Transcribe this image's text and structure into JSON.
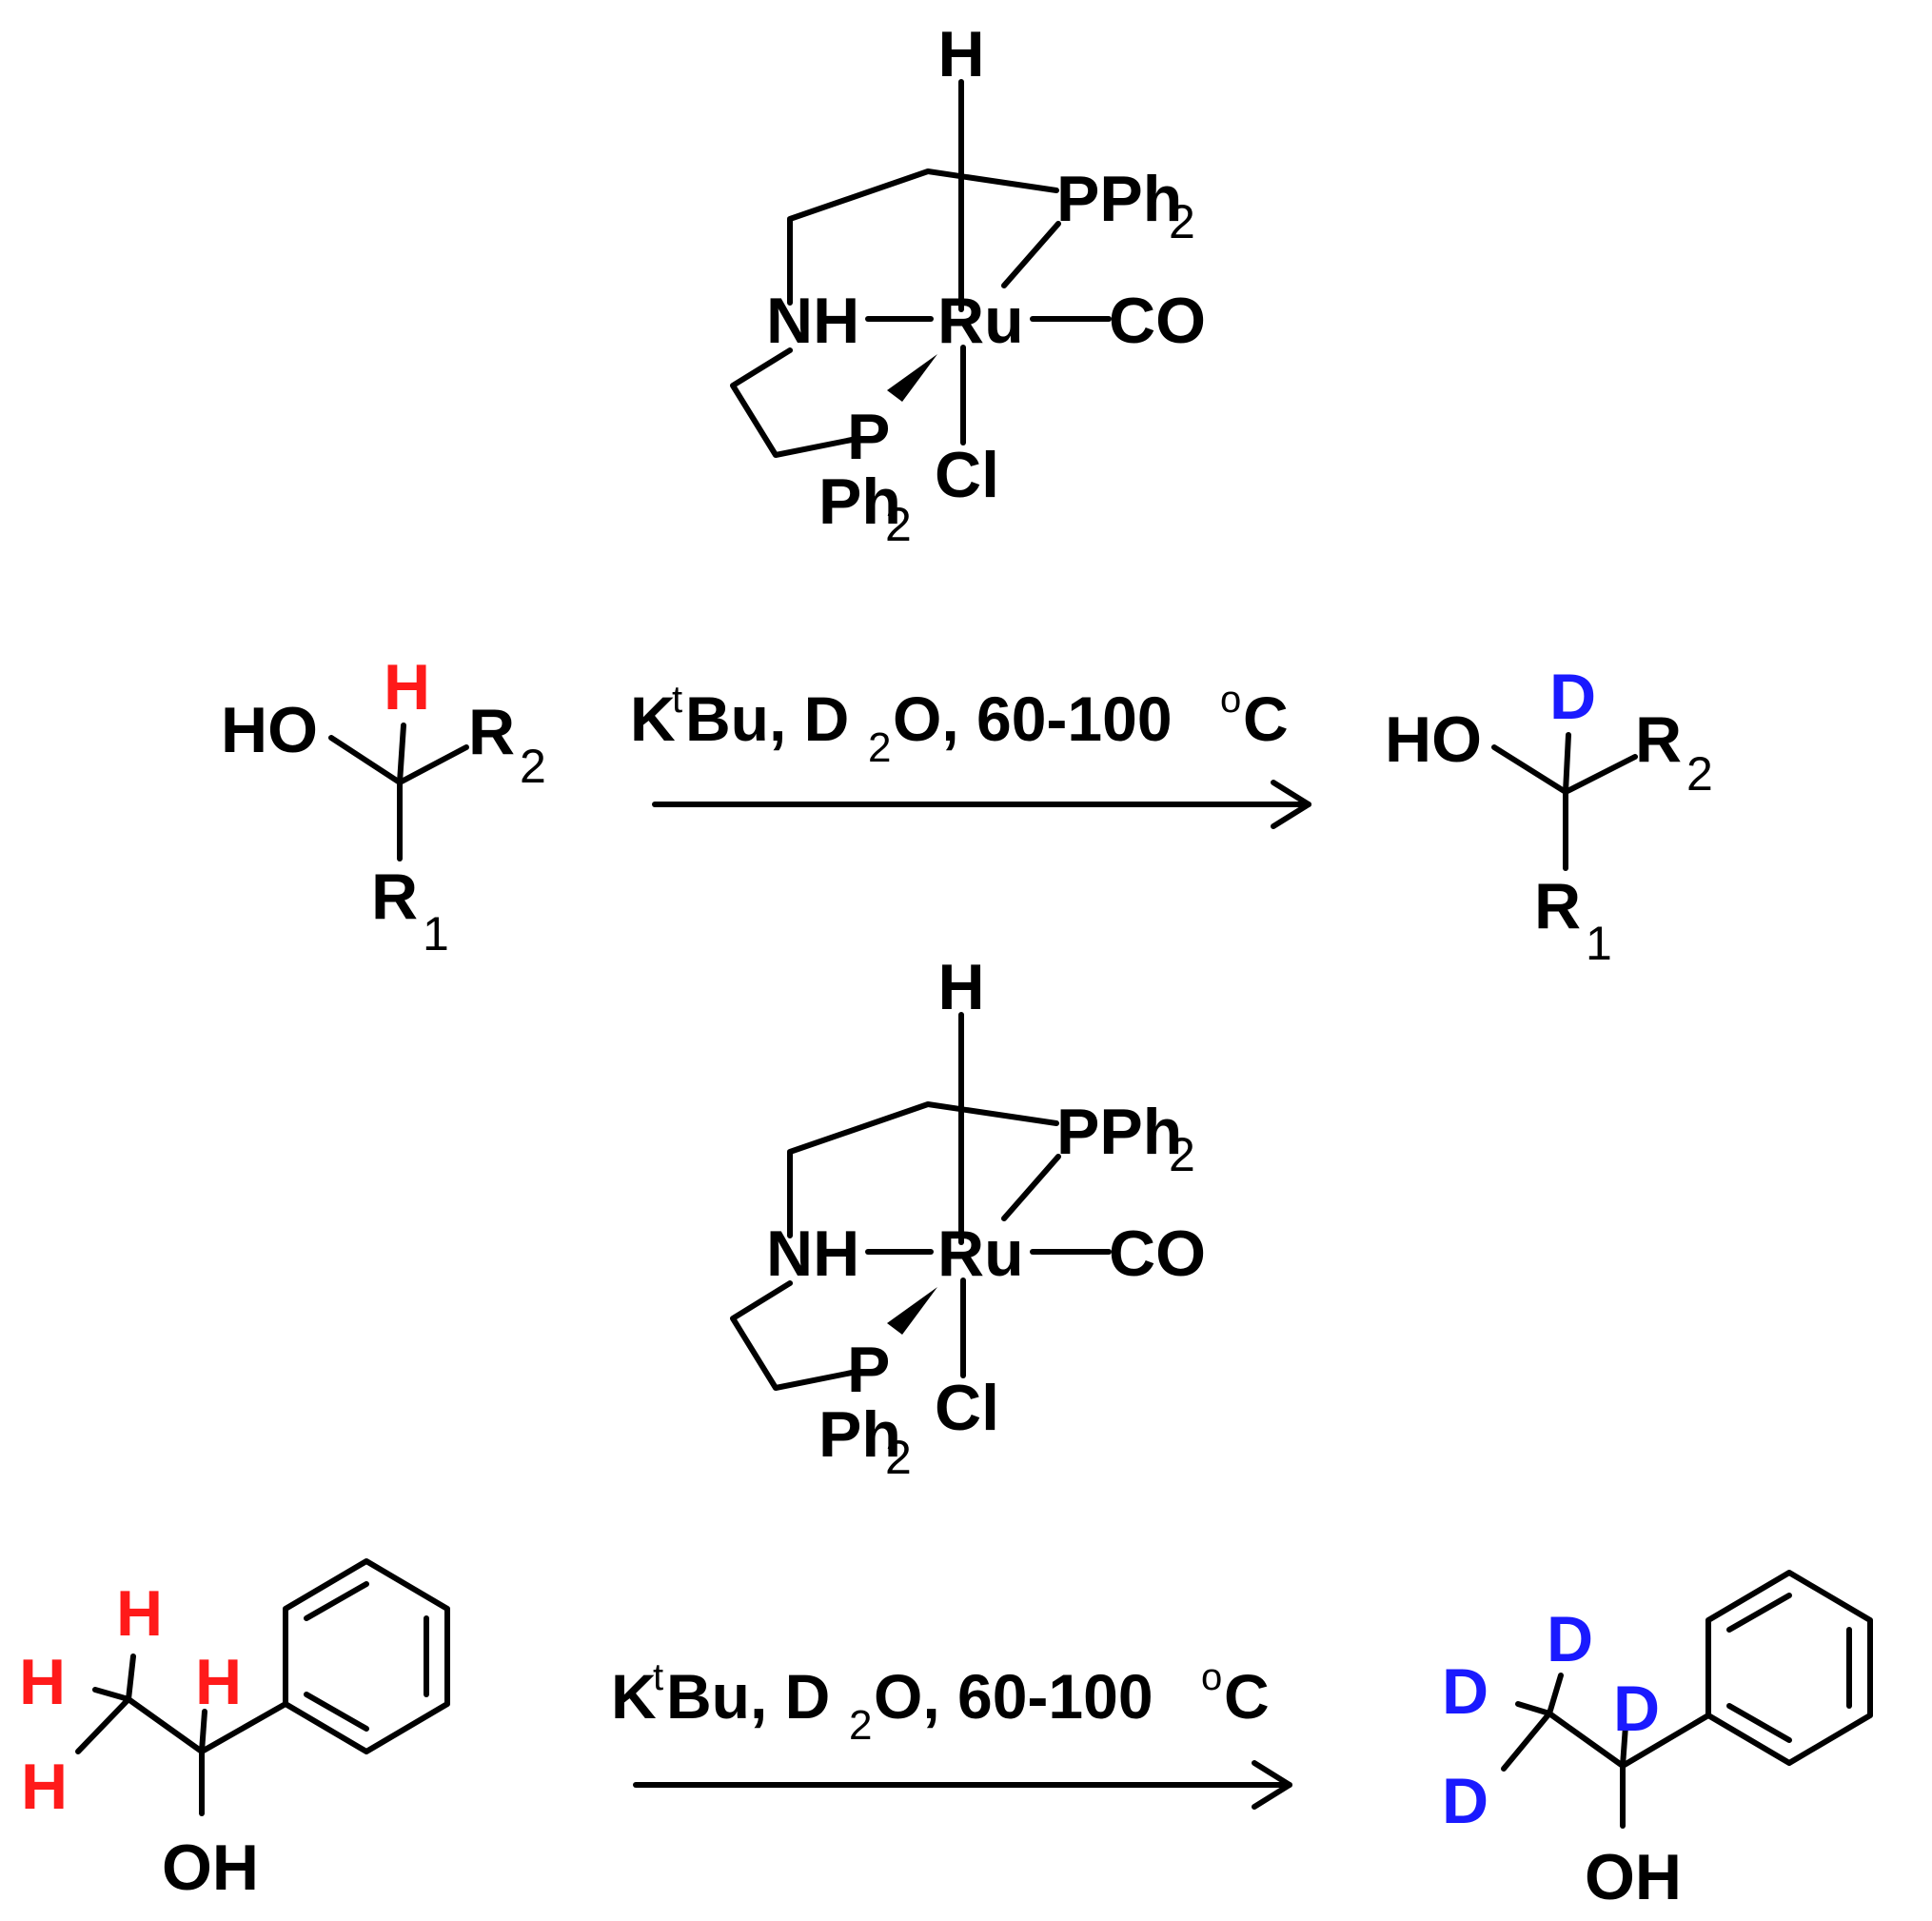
{
  "catalyst": {
    "h": "H",
    "pph2_p": "PPh",
    "pph2_sub": "2",
    "nh": "NH",
    "ru": "Ru",
    "co": "CO",
    "p": "P",
    "ph2": "Ph",
    "ph2_sub": "2",
    "cl": "Cl"
  },
  "reaction1": {
    "reactant": {
      "ho": "HO",
      "h": "H",
      "r2": "R",
      "r2_sub": "2",
      "r1": "R",
      "r1_sub": "1"
    },
    "conditions": {
      "k": "K",
      "sup_t": "t",
      "bu": "Bu, D",
      "d_sub": "2",
      "rest": "O, 60-100 ",
      "deg": "o",
      "c": "C"
    },
    "product": {
      "ho": "HO",
      "d": "D",
      "r2": "R",
      "r2_sub": "2",
      "r1": "R",
      "r1_sub": "1"
    }
  },
  "reaction2": {
    "reactant": {
      "h_top": "H",
      "h_left": "H",
      "h_bottom": "H",
      "h_carbinol": "H",
      "oh": "OH"
    },
    "conditions": {
      "k": "K",
      "sup_t": "t",
      "bu": "Bu, D",
      "d_sub": "2",
      "rest": "O, 60-100 ",
      "deg": "o",
      "c": "C"
    },
    "product": {
      "d_top": "D",
      "d_left": "D",
      "d_bottom": "D",
      "d_carbinol": "D",
      "oh": "OH"
    }
  },
  "colors": {
    "exchanged_h": "#ff1a1a",
    "deuterium": "#1a1aff"
  }
}
